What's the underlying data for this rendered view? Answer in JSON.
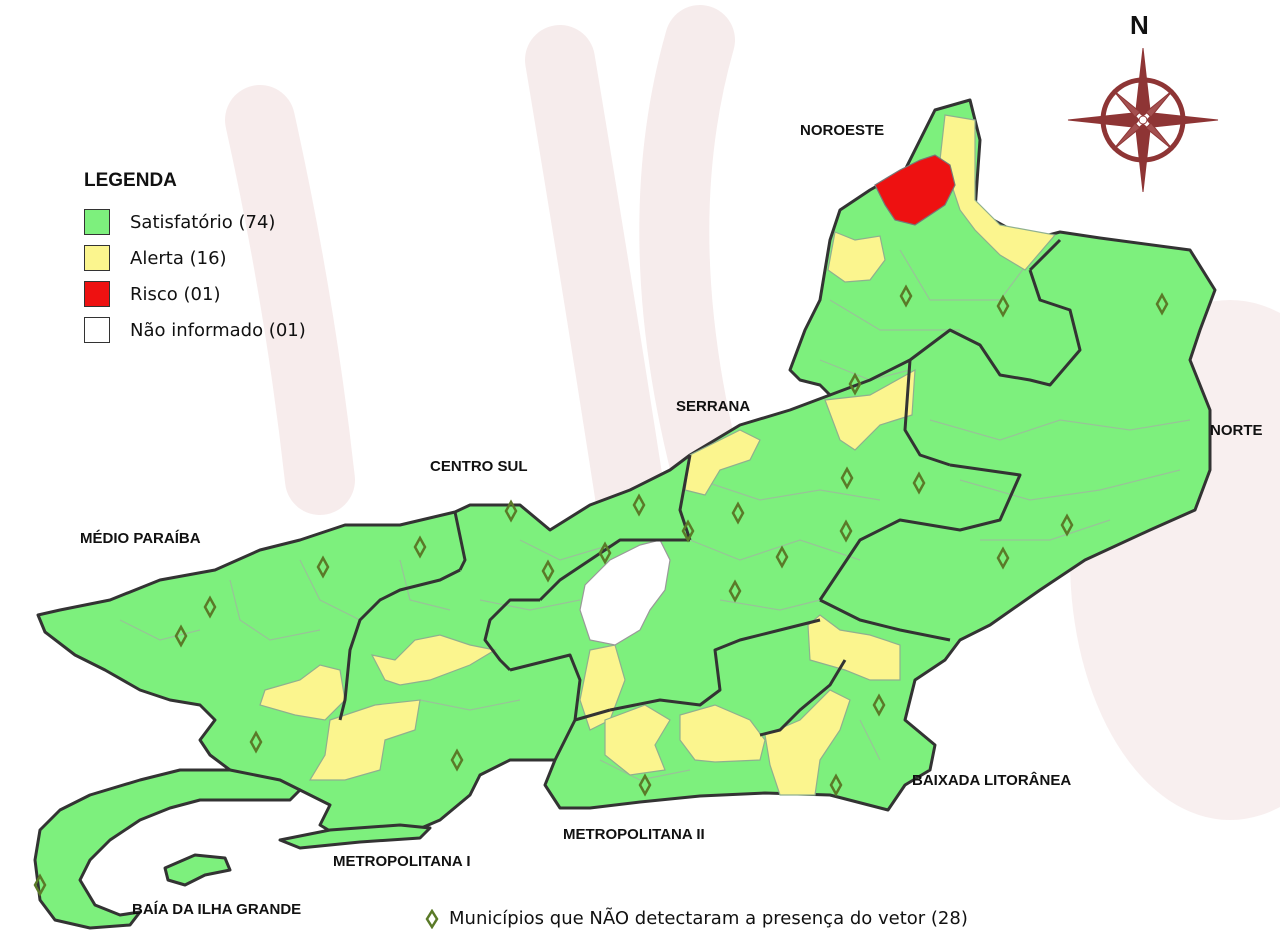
{
  "colors": {
    "satisfatorio": "#7df07d",
    "alerta": "#fbf58e",
    "risco": "#ee1111",
    "nao_informado": "#ffffff",
    "compass": "#8e3535",
    "marker": "#5a7a28"
  },
  "legend": {
    "title": "LEGENDA",
    "items": [
      {
        "label": "Satisfatório (74)",
        "color": "#7df07d"
      },
      {
        "label": "Alerta (16)",
        "color": "#fbf58e"
      },
      {
        "label": "Risco (01)",
        "color": "#ee1111"
      },
      {
        "label": "Não informado (01)",
        "color": "#ffffff"
      }
    ]
  },
  "regions": {
    "noroeste": "NOROESTE",
    "norte": "NORTE",
    "serrana": "SERRANA",
    "centro_sul": "CENTRO SUL",
    "medio_paraiba": "MÉDIO PARAÍBA",
    "baixada_litoranea": "BAIXADA LITORÂNEA",
    "metropolitana_ii": "METROPOLITANA II",
    "metropolitana_i": "METROPOLITANA I",
    "baia_ilha_grande": "BAÍA DA ILHA GRANDE"
  },
  "compass": {
    "north": "N",
    "icon": "compass-rose-icon"
  },
  "footnote": {
    "text": "Municípios que NÃO detectaram a presença do vetor (28)",
    "icon": "diamond-marker-icon"
  }
}
